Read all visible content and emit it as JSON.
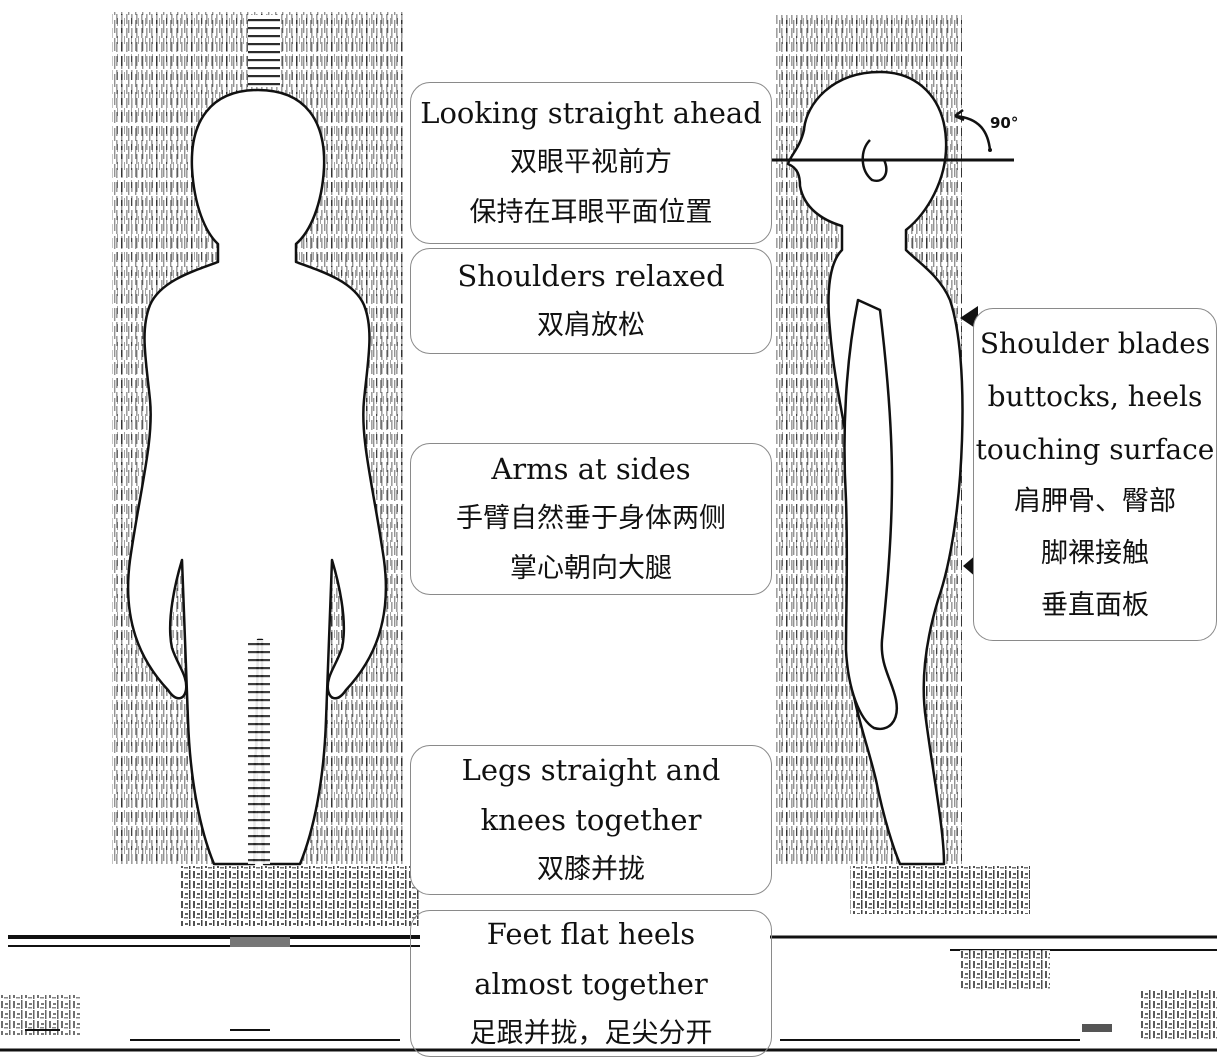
{
  "labels": {
    "looking": {
      "en": "Looking straight ahead",
      "zh1": "双眼平视前方",
      "zh2": "保持在耳眼平面位置"
    },
    "shoulders": {
      "en": "Shoulders relaxed",
      "zh": "双肩放松"
    },
    "arms": {
      "en": "Arms at sides",
      "zh1": "手臂自然垂于身体两侧",
      "zh2": "掌心朝向大腿"
    },
    "legs": {
      "en1": "Legs straight and",
      "en2": "knees together",
      "zh": "双膝并拢"
    },
    "feet": {
      "en1": "Feet flat heels",
      "en2": "almost together",
      "zh": "足跟并拢，足尖分开"
    },
    "blades": {
      "en1": "Shoulder blades",
      "en2": "buttocks, heels",
      "en3": "touching surface",
      "zh1": "肩胛骨、臀部",
      "zh2": "脚裸接触",
      "zh3": "垂直面板"
    }
  },
  "angle_label": "90°",
  "colors": {
    "ink": "#111111",
    "board_stripe": "#2b2b2b",
    "box_border": "#8a8a8a",
    "background": "#ffffff"
  }
}
